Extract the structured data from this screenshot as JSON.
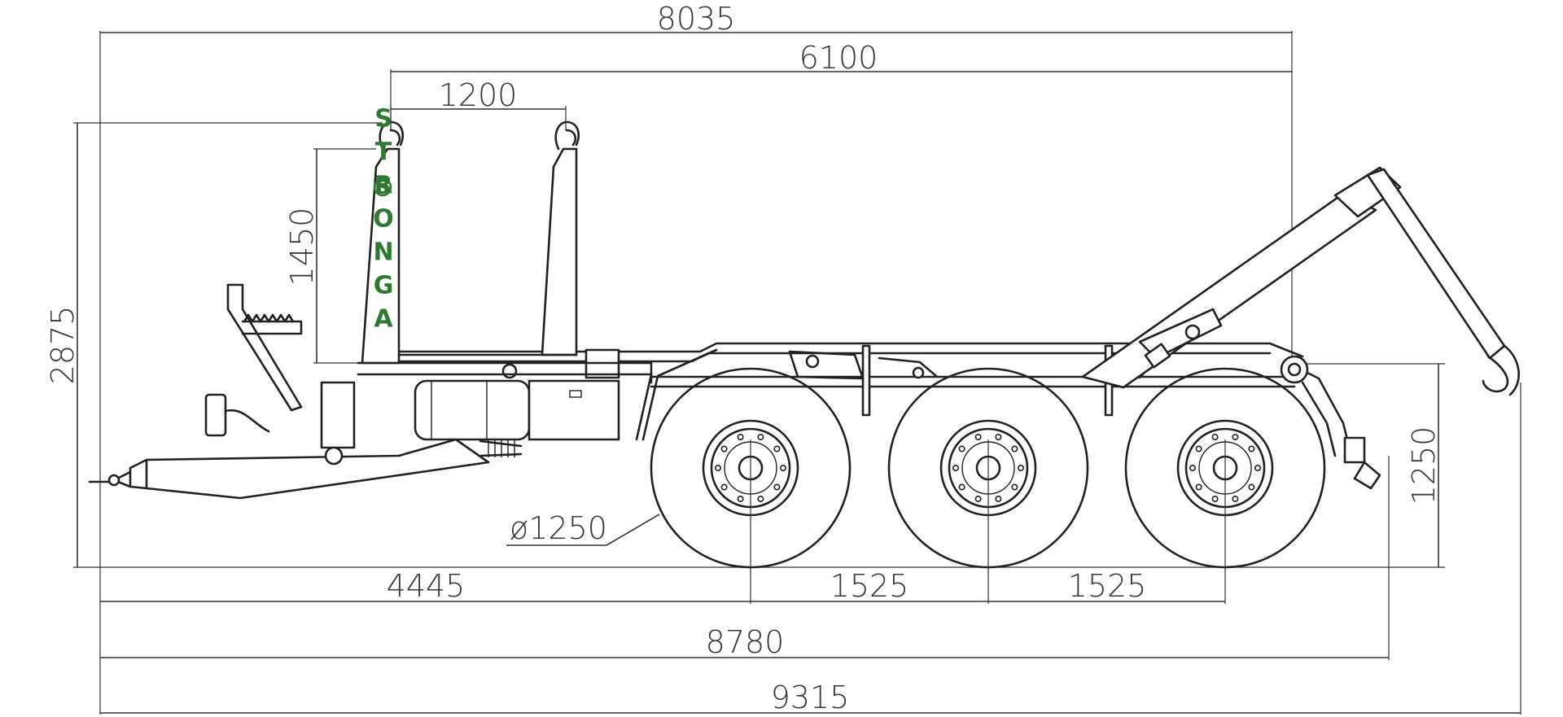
{
  "drawing": {
    "brand": "STRONGA",
    "logo_glyph": "S",
    "accent_color": "#2f7a32",
    "line_color": "#222222"
  },
  "dimensions": {
    "overall_hook_length": "8035",
    "hook_arm_length": "6100",
    "container_hook_spacing": "1200",
    "front_post_height": "1450",
    "overall_height": "2875",
    "rear_hook_height": "1250",
    "tyre_diameter": "ø1250",
    "drawbar_to_axle": "4445",
    "axle_spacing_1": "1525",
    "axle_spacing_2": "1525",
    "length_to_rear": "8780",
    "overall_length": "9315"
  }
}
